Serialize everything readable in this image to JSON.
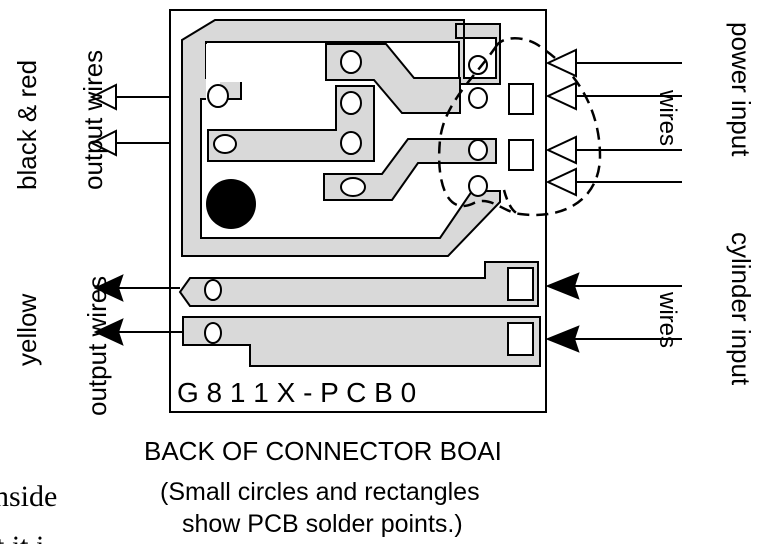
{
  "labels": {
    "output_wires_top": "output wires",
    "black_and_red": "black & red",
    "output_wires_bottom": "output wires",
    "yellow": "yellow",
    "power_input": "power input",
    "cylinder_input": "cylinder input",
    "wires_top": "wires",
    "wires_bottom": "wires",
    "board_code": "G 8 1 1 X - P C B 0",
    "caption_title": "BACK OF CONNECTOR BOAI",
    "caption_line1": "(Small circles and rectangles",
    "caption_line2": "show PCB solder points.)",
    "clip_text_1": "nside",
    "clip_text_2": "t it i"
  }
}
